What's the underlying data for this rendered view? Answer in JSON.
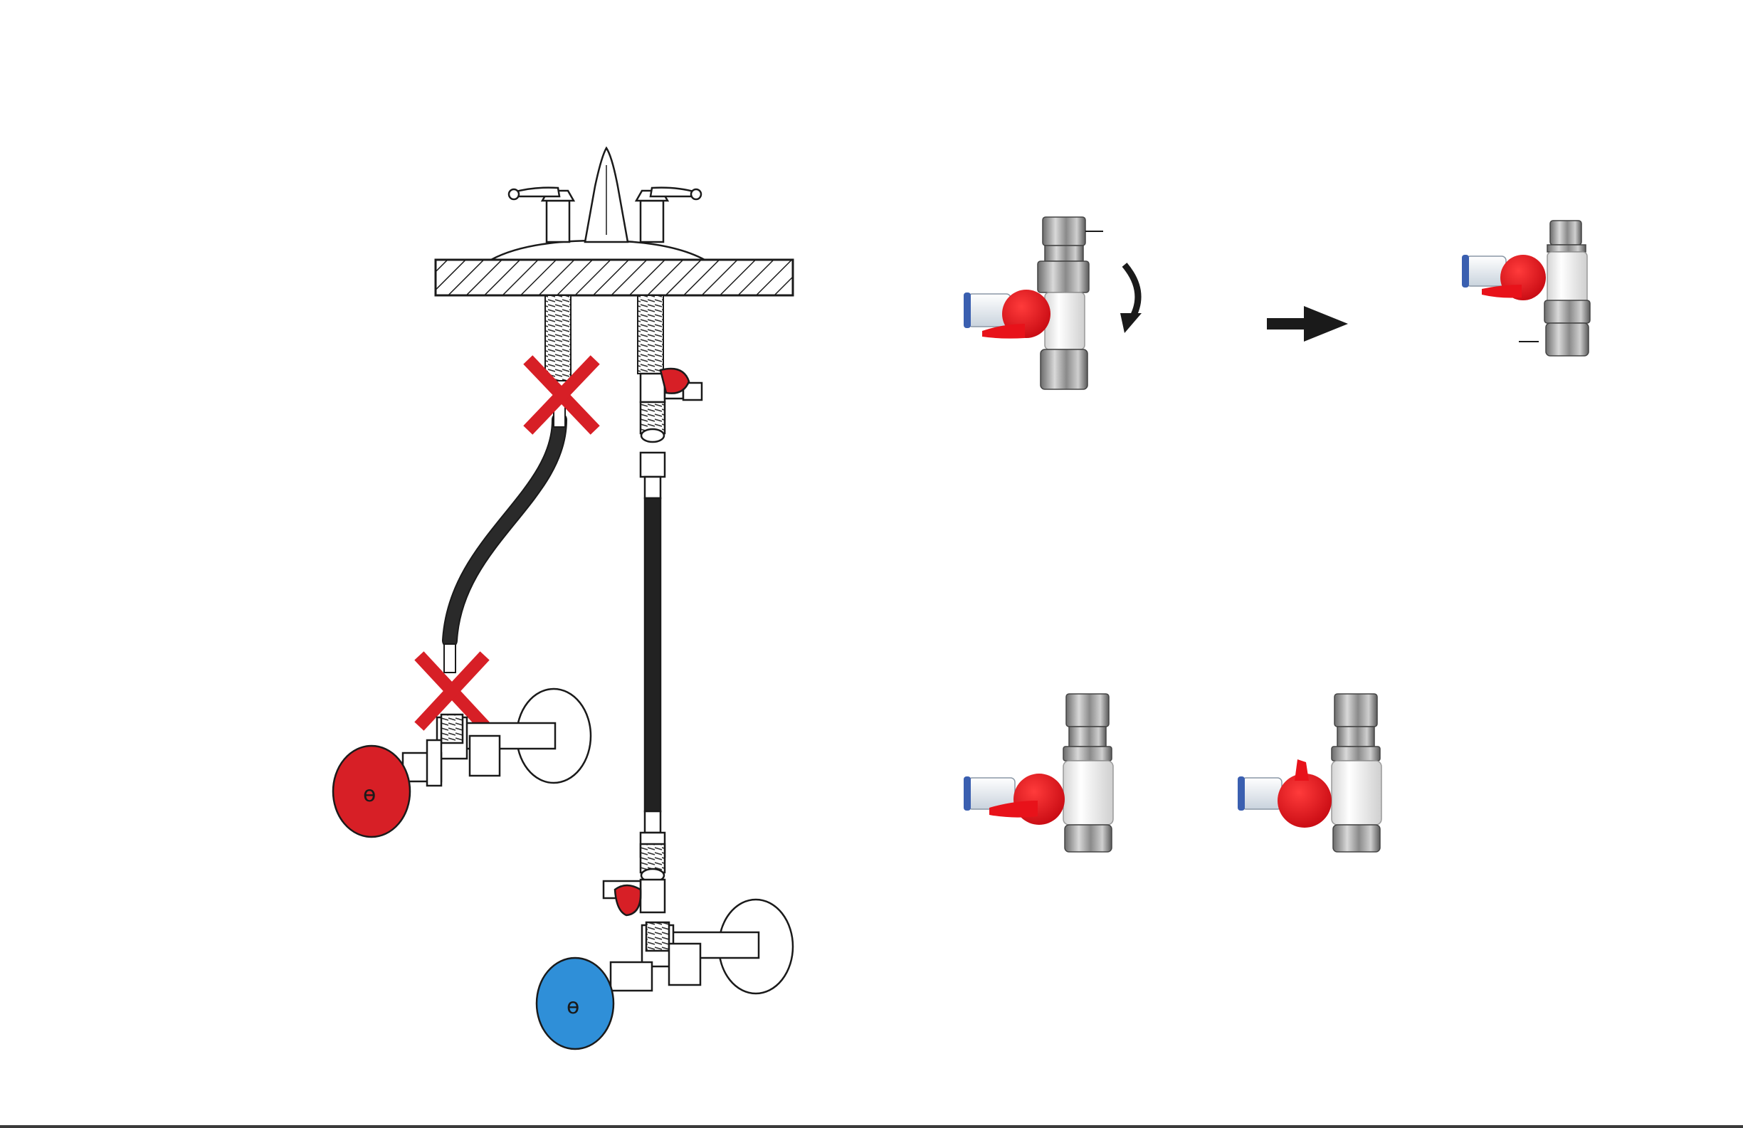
{
  "diagram": {
    "colors": {
      "hot": "#d71f26",
      "cold": "#2f8fd8",
      "hose": "#1f1f1f",
      "stroke": "#1a1a1a",
      "metal": "#9a9a9a",
      "metal_dark": "#5e5e5e",
      "white_body": "#f1f1f1",
      "quick_connect": "#e8eef5",
      "quick_connect_ring": "#3a5fb0",
      "valve_handle": "#e8121a"
    },
    "icons": {
      "remove_marker": "x-icon",
      "rotate": "rotate-clockwise-arrow-icon",
      "next_step": "right-arrow-icon"
    },
    "valve_states": [
      "closed",
      "closed",
      "closed",
      "open"
    ]
  }
}
